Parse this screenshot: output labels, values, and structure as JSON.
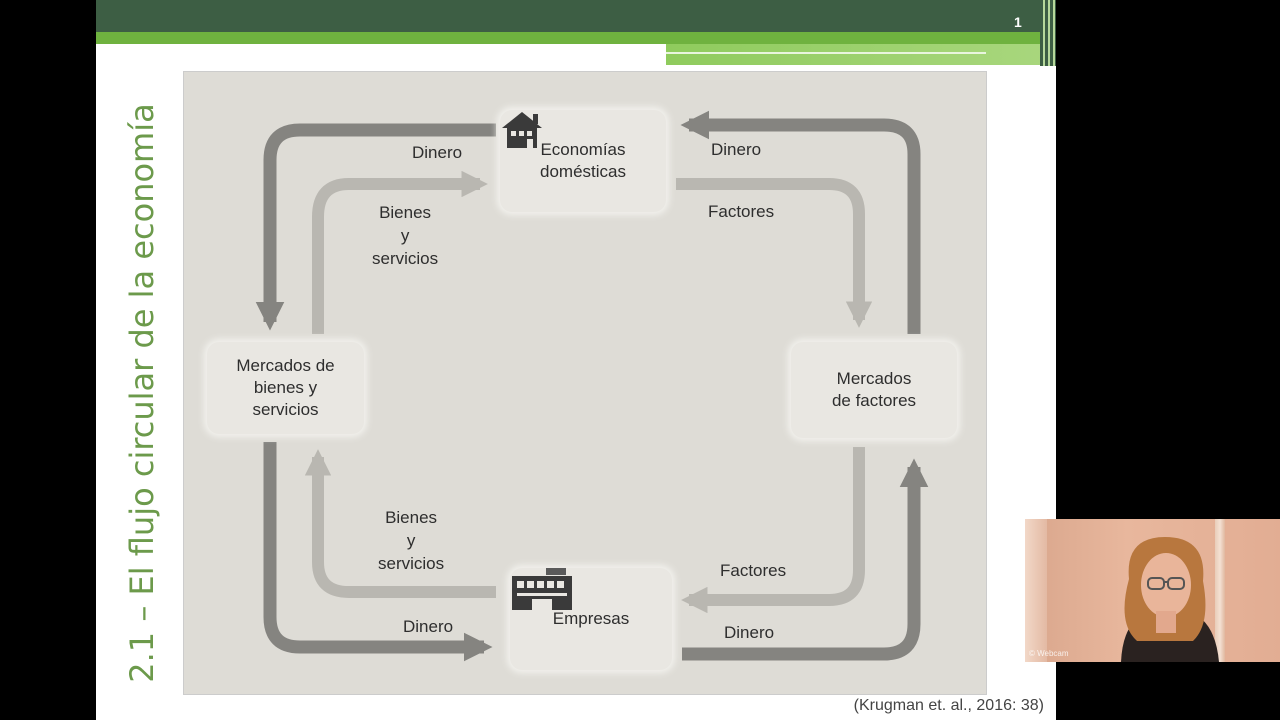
{
  "slide": {
    "number": "1",
    "title": "2.1 – El flujo circular de la economía",
    "citation": "(Krugman et. al., 2016: 38)"
  },
  "diagram": {
    "nodes": {
      "households": {
        "line1": "Economías",
        "line2": "domésticas",
        "icon": "house-icon"
      },
      "goods_market": {
        "line1": "Mercados de",
        "line2": "bienes y",
        "line3": "servicios"
      },
      "factor_market": {
        "line1": "Mercados",
        "line2": "de factores"
      },
      "firms": {
        "line1": "Empresas",
        "icon": "factory-icon"
      }
    },
    "flows": {
      "top_left_money": "Dinero",
      "top_left_goods": {
        "line1": "Bienes",
        "line2": "y",
        "line3": "servicios"
      },
      "top_right_money": "Dinero",
      "top_right_factors": "Factores",
      "bottom_left_goods": {
        "line1": "Bienes",
        "line2": "y",
        "line3": "servicios"
      },
      "bottom_left_money": "Dinero",
      "bottom_right_factors": "Factores",
      "bottom_right_money": "Dinero"
    }
  },
  "webcam": {
    "watermark": "© Webcam"
  },
  "colors": {
    "header_dark": "#3d5e44",
    "header_green": "#6fb23f",
    "title_green": "#6c9a4b",
    "outer_arrow": "#858480",
    "inner_arrow": "#b9b7b1"
  }
}
